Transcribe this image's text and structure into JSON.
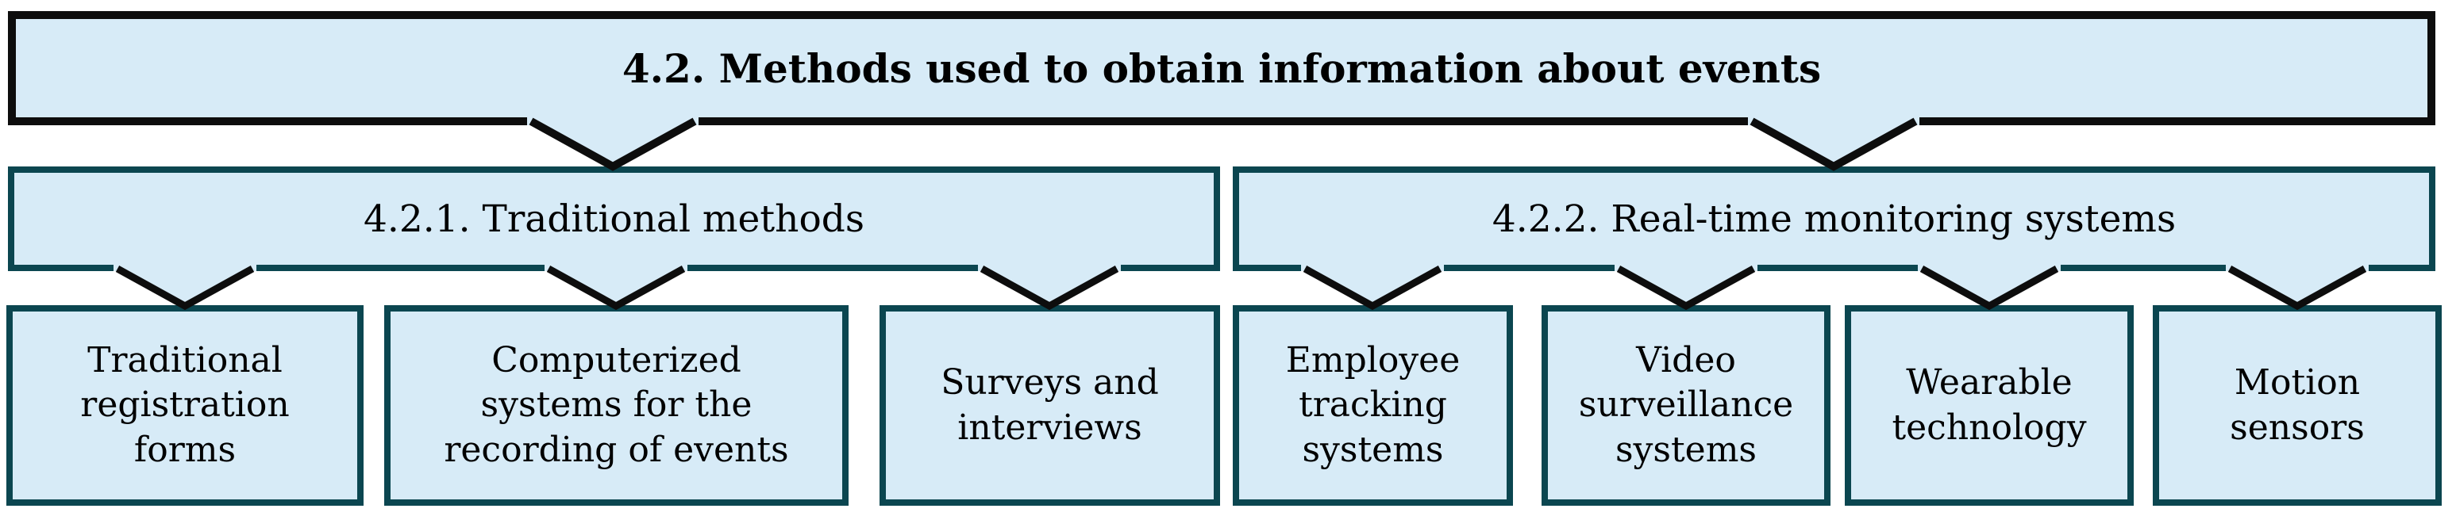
{
  "colors": {
    "box_fill": "#d7ebf7",
    "teal_border": "#0b4650",
    "black_border": "#0d0d0d",
    "text": "#000000"
  },
  "diagram": {
    "root": {
      "label": "4.2. Methods used to obtain information about events"
    },
    "branches": [
      {
        "label": "4.2.1. Traditional methods",
        "children": [
          {
            "lines": [
              "Traditional",
              "registration",
              "forms"
            ]
          },
          {
            "lines": [
              "Computerized",
              "systems for the",
              "recording of events"
            ]
          },
          {
            "lines": [
              "Surveys and",
              "interviews"
            ]
          }
        ]
      },
      {
        "label": "4.2.2. Real-time monitoring systems",
        "children": [
          {
            "lines": [
              "Employee",
              "tracking",
              "systems"
            ]
          },
          {
            "lines": [
              "Video",
              "surveillance",
              "systems"
            ]
          },
          {
            "lines": [
              "Wearable",
              "technology"
            ]
          },
          {
            "lines": [
              "Motion",
              "sensors"
            ]
          }
        ]
      }
    ]
  }
}
